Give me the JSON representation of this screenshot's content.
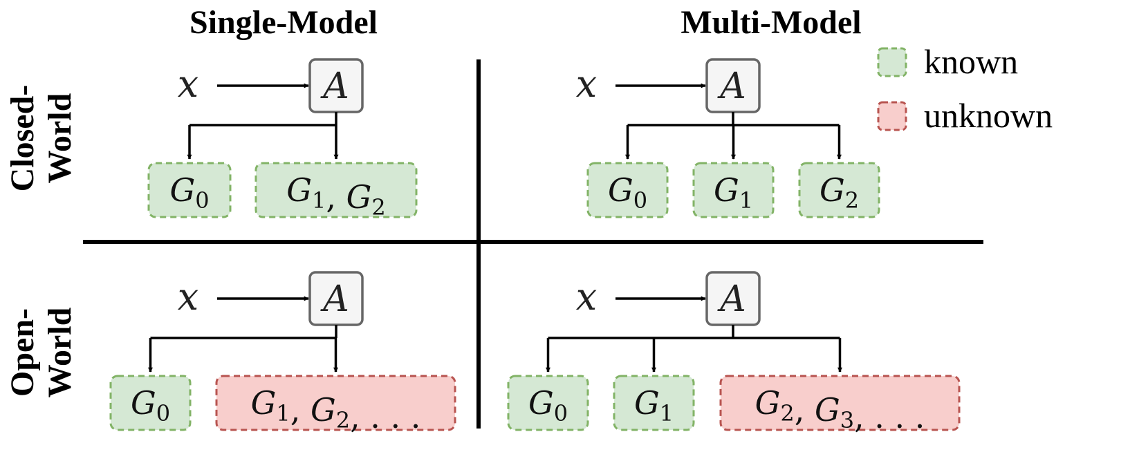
{
  "columns": {
    "single": "Single-Model",
    "multi": "Multi-Model"
  },
  "rows": {
    "closed": [
      "Closed-",
      "World"
    ],
    "open": [
      "Open-",
      "World"
    ]
  },
  "legend": {
    "known": "known",
    "unknown": "unknown"
  },
  "colors": {
    "known_fill": "#d5e8d4",
    "known_stroke": "#82b366",
    "unknown_fill": "#f8cecc",
    "unknown_stroke": "#b85450",
    "attacker_fill": "#f5f5f5",
    "attacker_stroke": "#666666"
  },
  "panels": [
    {
      "id": "closed-single",
      "input": "x",
      "attacker": "A",
      "groups": [
        {
          "parts": [
            [
              "G",
              "0"
            ]
          ],
          "ellipsis": false,
          "status": "known"
        },
        {
          "parts": [
            [
              "G",
              "1"
            ],
            [
              "G",
              "2"
            ]
          ],
          "ellipsis": false,
          "status": "known"
        }
      ]
    },
    {
      "id": "closed-multi",
      "input": "x",
      "attacker": "A",
      "groups": [
        {
          "parts": [
            [
              "G",
              "0"
            ]
          ],
          "ellipsis": false,
          "status": "known"
        },
        {
          "parts": [
            [
              "G",
              "1"
            ]
          ],
          "ellipsis": false,
          "status": "known"
        },
        {
          "parts": [
            [
              "G",
              "2"
            ]
          ],
          "ellipsis": false,
          "status": "known"
        }
      ]
    },
    {
      "id": "open-single",
      "input": "x",
      "attacker": "A",
      "groups": [
        {
          "parts": [
            [
              "G",
              "0"
            ]
          ],
          "ellipsis": false,
          "status": "known"
        },
        {
          "parts": [
            [
              "G",
              "1"
            ],
            [
              "G",
              "2"
            ]
          ],
          "ellipsis": true,
          "status": "unknown"
        }
      ]
    },
    {
      "id": "open-multi",
      "input": "x",
      "attacker": "A",
      "groups": [
        {
          "parts": [
            [
              "G",
              "0"
            ]
          ],
          "ellipsis": false,
          "status": "known"
        },
        {
          "parts": [
            [
              "G",
              "1"
            ]
          ],
          "ellipsis": false,
          "status": "known"
        },
        {
          "parts": [
            [
              "G",
              "2"
            ],
            [
              "G",
              "3"
            ]
          ],
          "ellipsis": true,
          "status": "unknown"
        }
      ]
    }
  ]
}
